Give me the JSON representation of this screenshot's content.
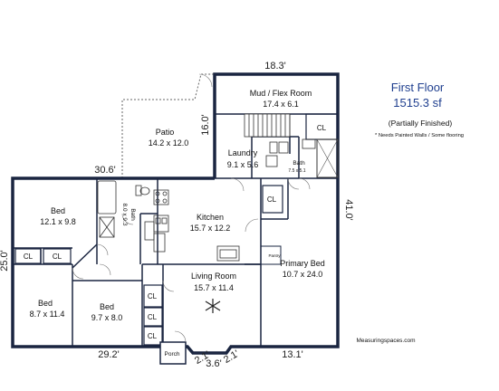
{
  "header": {
    "floor_title": "First Floor",
    "area": "1515.3 sf",
    "status": "(Partially Finished)",
    "note": "* Needs Painted Walls / Some flooring"
  },
  "rooms": {
    "mud_flex": {
      "name": "Mud / Flex Room",
      "dims": "17.4 x 6.1"
    },
    "patio": {
      "name": "Patio",
      "dims": "14.2 x 12.0"
    },
    "laundry": {
      "name": "Laundry",
      "dims": "9.1 x 5.6"
    },
    "bath_small": {
      "name": "Bath",
      "dims": "7.5 x 5.1"
    },
    "bed_a": {
      "name": "Bed",
      "dims": "12.1 x 9.8"
    },
    "bath_main": {
      "name": "Bath",
      "dims": "8.0 x 9.3"
    },
    "kitchen": {
      "name": "Kitchen",
      "dims": "15.7 x 12.2"
    },
    "primary_bed": {
      "name": "Primary Bed",
      "dims": "10.7 x 24.0"
    },
    "living_room": {
      "name": "Living Room",
      "dims": "15.7 x 11.4"
    },
    "bed_b": {
      "name": "Bed",
      "dims": "8.7 x 11.4"
    },
    "bed_c": {
      "name": "Bed",
      "dims": "9.7 x 8.0"
    }
  },
  "labels": {
    "closet": "CL",
    "porch": "Porch",
    "pantry": "Pantry"
  },
  "dimensions": {
    "top": "18.3'",
    "patio_side": "16.0'",
    "patio_bottom": "30.6'",
    "right": "41.0'",
    "left": "25.0'",
    "bottom_left": "29.2'",
    "bay_left": "2.1'",
    "bay_mid": "3.6'",
    "bay_right": "2.1'",
    "bottom_right": "13.1'"
  },
  "watermark": "Measuringspaces.com",
  "colors": {
    "accent": "#1f3f8f",
    "wall": "#1a2540"
  }
}
